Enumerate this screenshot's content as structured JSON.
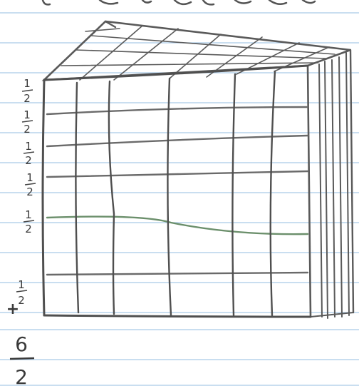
{
  "paper": {
    "line_color": "#a9c9e8",
    "pencil_color": "#4a4a4a"
  },
  "handwriting": {
    "side_fractions": [
      {
        "numerator": "1",
        "denominator": "2"
      },
      {
        "numerator": "1",
        "denominator": "2"
      },
      {
        "numerator": "1",
        "denominator": "2"
      },
      {
        "numerator": "1",
        "denominator": "2"
      },
      {
        "numerator": "1",
        "denominator": "2"
      },
      {
        "numerator": "1",
        "denominator": "2"
      }
    ],
    "plus_sign": "+",
    "result_numerator": "6",
    "result_denominator": "2"
  }
}
